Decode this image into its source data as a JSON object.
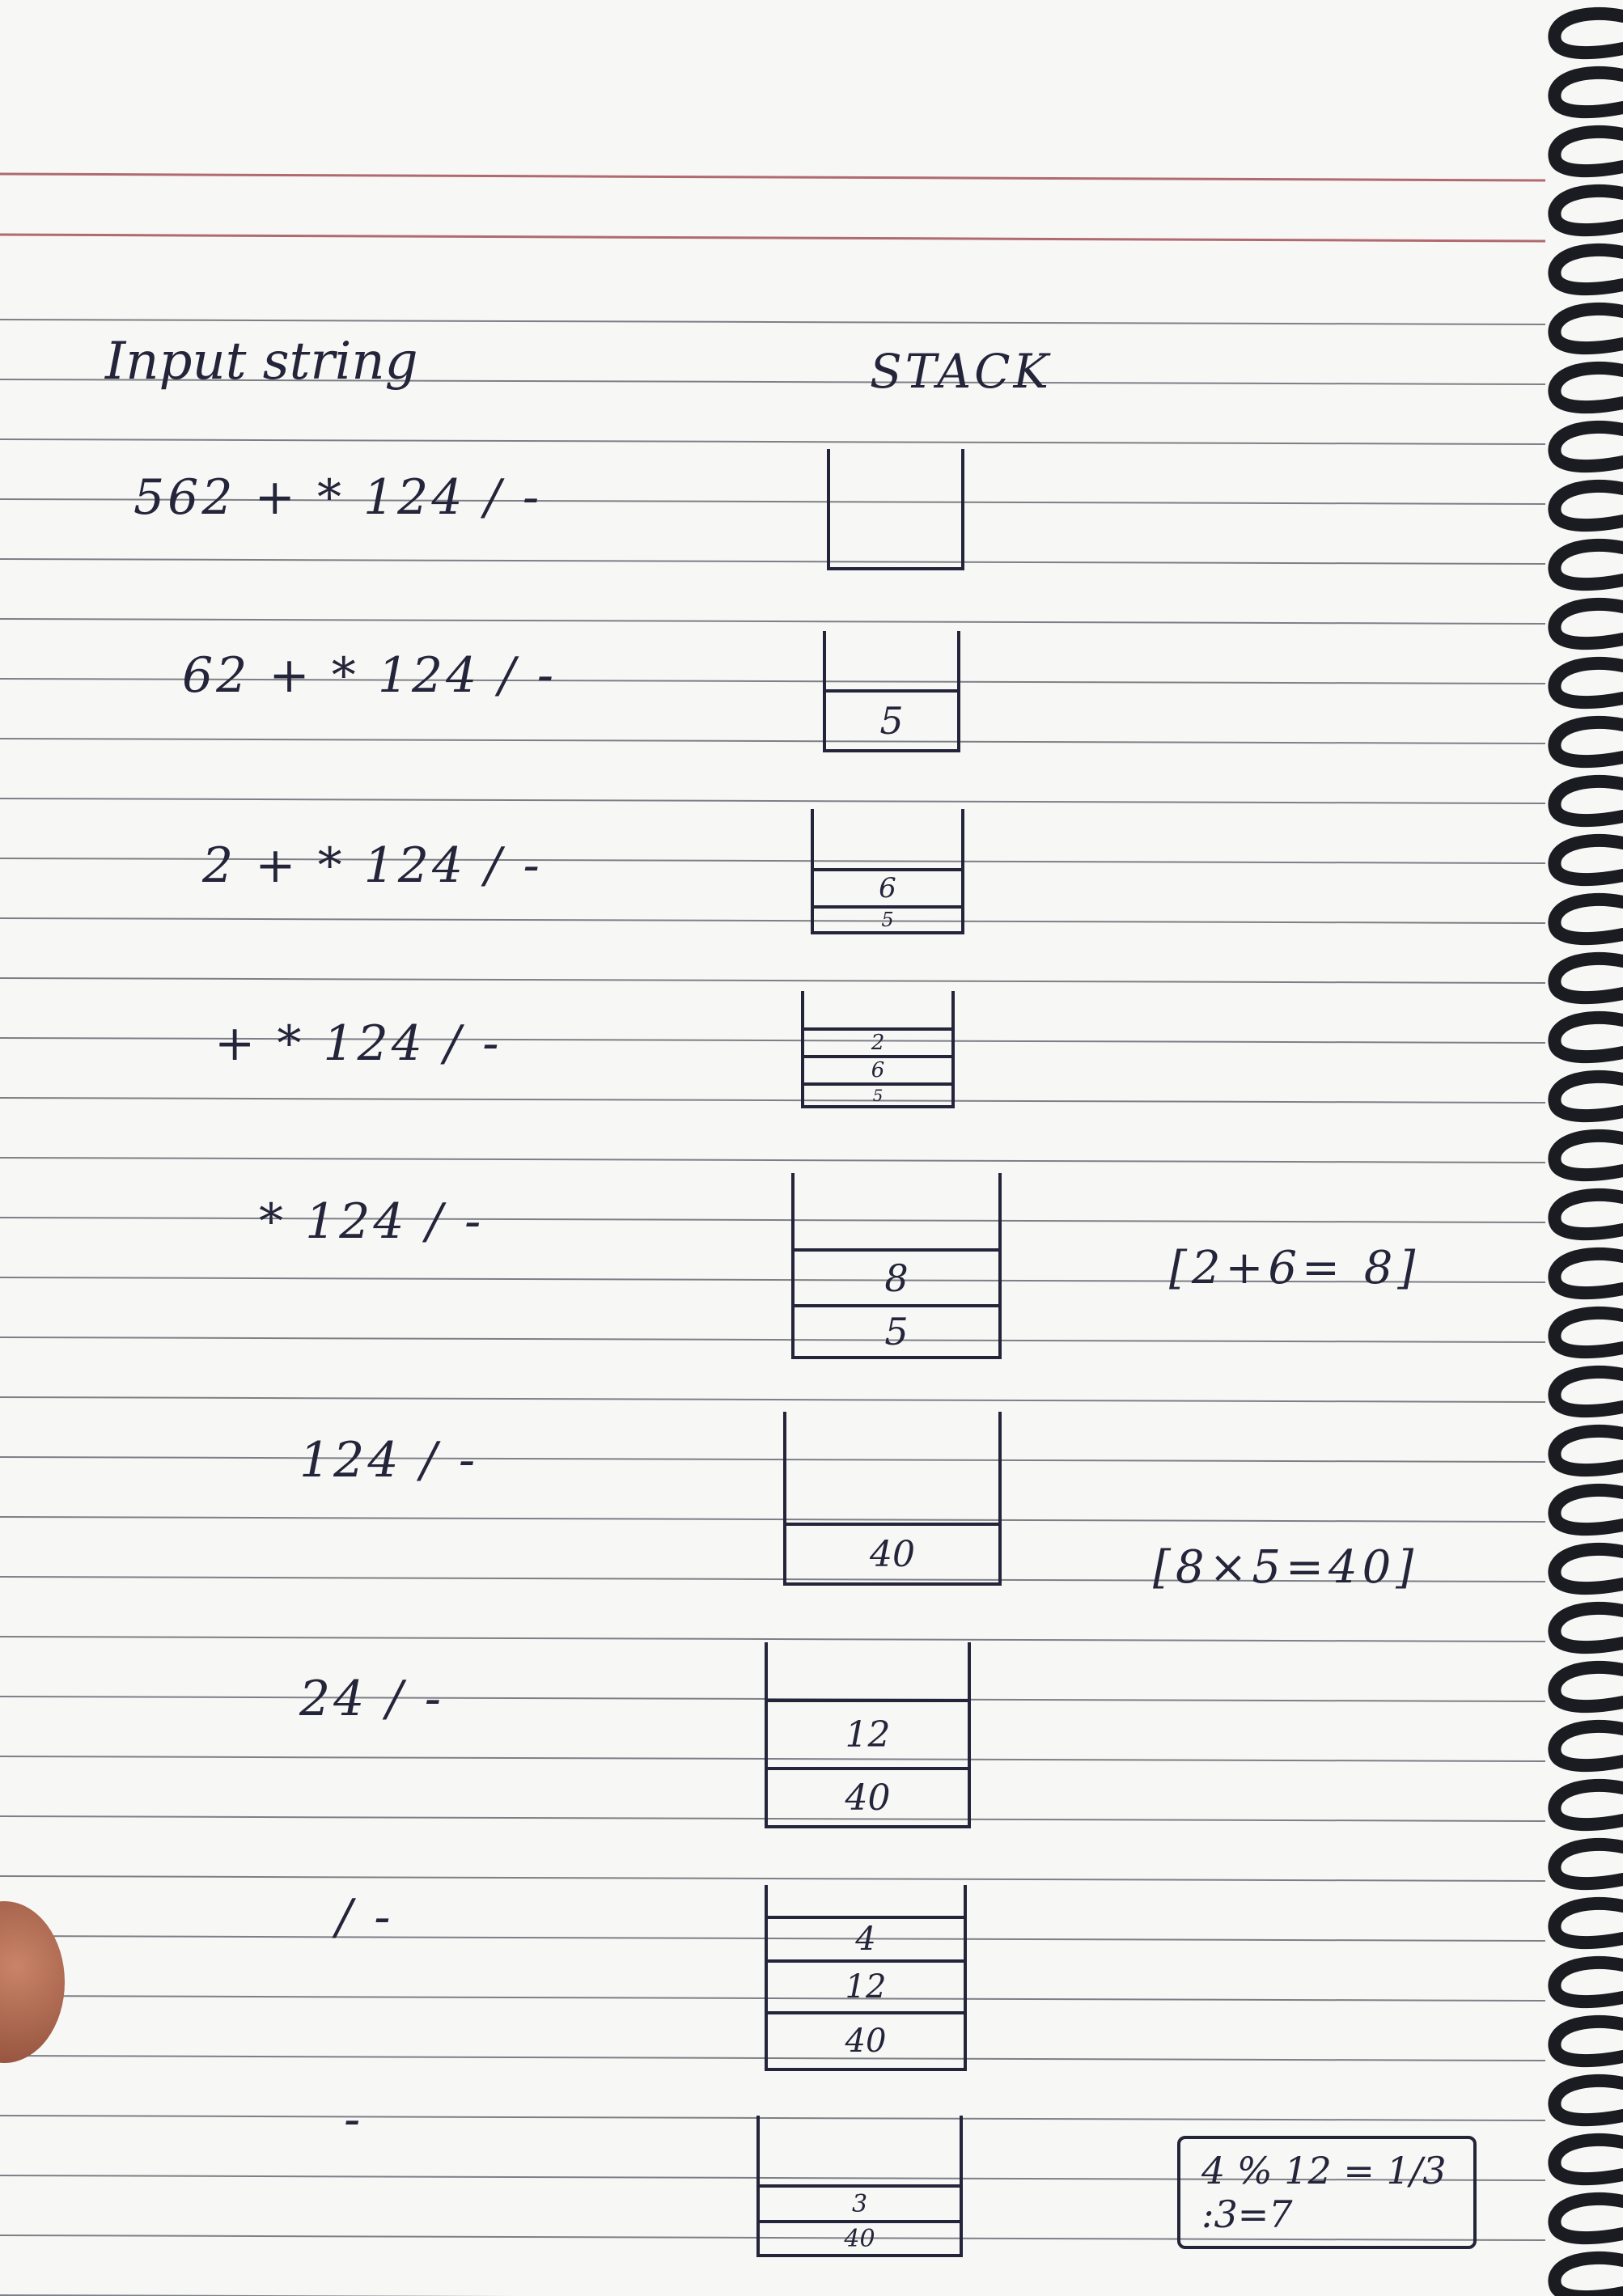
{
  "notebook": {
    "headings": {
      "left": "Input string",
      "right": "STACK"
    },
    "rows": [
      {
        "input": "562 + * 124 / -",
        "stack": []
      },
      {
        "input": "62 + * 124 / -",
        "stack": [
          "5"
        ]
      },
      {
        "input": "2 + * 124 / -",
        "stack": [
          "6",
          "5"
        ]
      },
      {
        "input": "+ * 124 / -",
        "stack": [
          "2",
          "6",
          "5"
        ]
      },
      {
        "input": "* 124 / -",
        "stack": [
          "8",
          "5"
        ],
        "note": "[2+6= 8]"
      },
      {
        "input": "124 / -",
        "stack": [
          "40"
        ],
        "note": "[8×5=40]"
      },
      {
        "input": "24 / -",
        "stack": [
          "12",
          "40"
        ]
      },
      {
        "input": "/ -",
        "stack": [
          "4",
          "12",
          "40"
        ]
      },
      {
        "input": "-",
        "stack": [
          "3",
          "40"
        ],
        "note": "4 % 12 = 1/3 :3=7"
      }
    ]
  }
}
